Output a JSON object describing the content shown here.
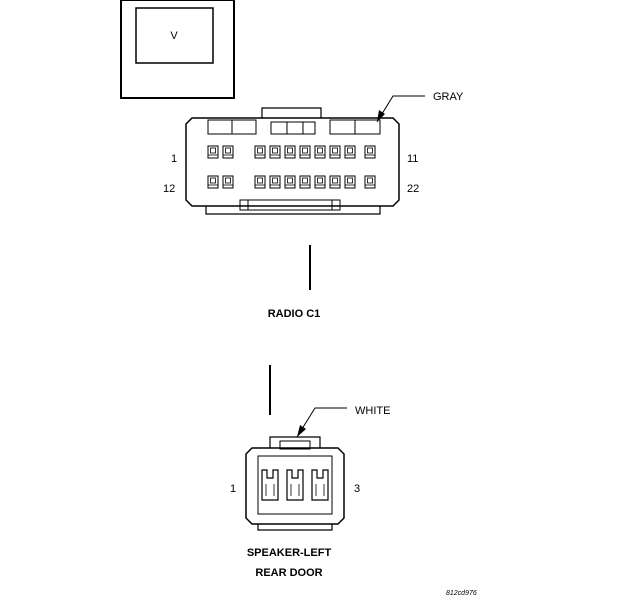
{
  "view_box": {
    "label": "V"
  },
  "radio_connector": {
    "color_label": "GRAY",
    "pin_first_top": "1",
    "pin_last_top": "11",
    "pin_first_bottom": "12",
    "pin_last_bottom": "22",
    "name": "RADIO C1"
  },
  "speaker_connector": {
    "color_label": "WHITE",
    "pin_left": "1",
    "pin_right": "3",
    "name_line1": "SPEAKER-LEFT",
    "name_line2": "REAR DOOR"
  },
  "figure_id": "812cd976"
}
